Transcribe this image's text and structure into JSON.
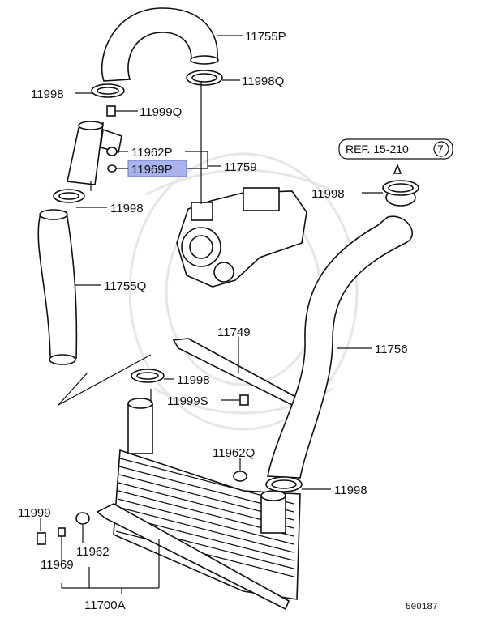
{
  "parts": {
    "p11755P": "11755P",
    "p11998Q": "11998Q",
    "p11998_top": "11998",
    "p11999Q": "11999Q",
    "p11962P": "11962P",
    "p11969P": "11969P",
    "p11759": "11759",
    "p11998_mid": "11998",
    "p11755Q": "11755Q",
    "p11749": "11749",
    "p11998_lower": "11998",
    "p11999S": "11999S",
    "p11962Q": "11962Q",
    "p11756": "11756",
    "p11998_right_top": "11998",
    "p11998_right_bottom": "11998",
    "p11999": "11999",
    "p11962": "11962",
    "p11969": "11969",
    "p11700A": "11700A"
  },
  "reference": {
    "text": "REF. 15-210",
    "circle": "7"
  },
  "diagram_number": "500187",
  "highlight_color": "#a9b4ef"
}
